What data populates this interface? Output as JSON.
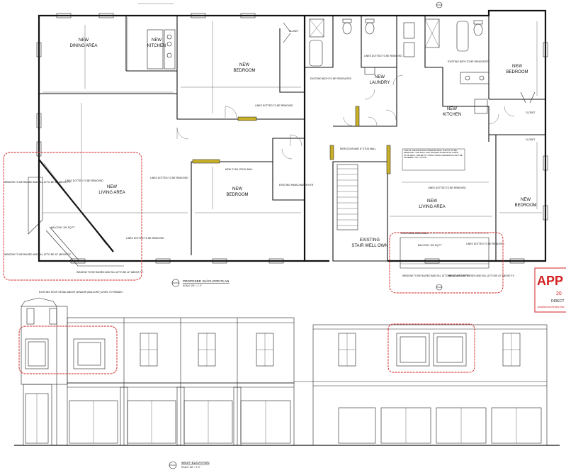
{
  "plan": {
    "rooms": {
      "dining": [
        "NEW",
        "DINING AREA"
      ],
      "kitchen_a": [
        "NEW",
        "KITCHEN"
      ],
      "bedroom_a": [
        "NEW",
        "BEDROOM"
      ],
      "living_a": [
        "NEW",
        "LIVING AREA"
      ],
      "bedroom_b": [
        "NEW",
        "BEDROOM"
      ],
      "laundry": [
        "NEW",
        "LAUNDRY"
      ],
      "bedroom_c": [
        "NEW",
        "BEDROOM"
      ],
      "kitchen_b": [
        "NEW",
        "KITCHEN"
      ],
      "bedroom_d": [
        "NEW",
        "BEDROOM"
      ],
      "living_b": [
        "NEW",
        "LIVING AREA"
      ],
      "stairwell": [
        "EXISTING",
        "STAIR WELL OWN"
      ]
    },
    "notes": {
      "closet": "CLOSET",
      "lines_dotted": "LINES DOTTED TO BE REMOVED",
      "existing_bath": "EXISTING BATH TO BE RENOVATED",
      "new_stud_wall": "NEW 4\" W/L STUD WALL",
      "new_door": "NEW DOOR AND 6\" STUD WALL",
      "existing_panel": "EXISTING PANEL/WATER HTR",
      "balcony_a": "BALCONY 151 SQ FT",
      "balcony_b": "BALCONY 100 SQ FT",
      "proposed_new_wall": "PROPOSED NEW WALL",
      "window_raised": "WINDOW TO BE RAISED AND SILL ATTO BE 42\" ABOVE F.F.",
      "sticky_note": "THIS IS THE EXISTING INTERIOR WALL THAT IS TO BE REMOVED. THE WALL WILL BE REPLACED WITH A NEW STUD WALL. REFER TO STRUCTURAL DRAWINGS FOR THE ASSEMBLY OF 1 HOUR.",
      "elev_note": "EXISTING ROOF DETAIL ABOVE WINDOW (BALCONY) LEVEL TO REMAIN"
    },
    "title": "PROPOSED 2nd FLOOR PLAN",
    "scale": "SCALE 1/8\" = 1'-0\""
  },
  "elevation": {
    "title": "WEST ELEVATION",
    "scale": "SCALE 1/8\" = 1'-0\""
  },
  "stamp": {
    "text": "APP",
    "line2": "20",
    "line3": "DIRECT",
    "line4": "Jurisdictional Review Sec",
    "color": "#d32020"
  },
  "colors": {
    "cloud": "#d32020",
    "hatch": "#c9b02a"
  }
}
